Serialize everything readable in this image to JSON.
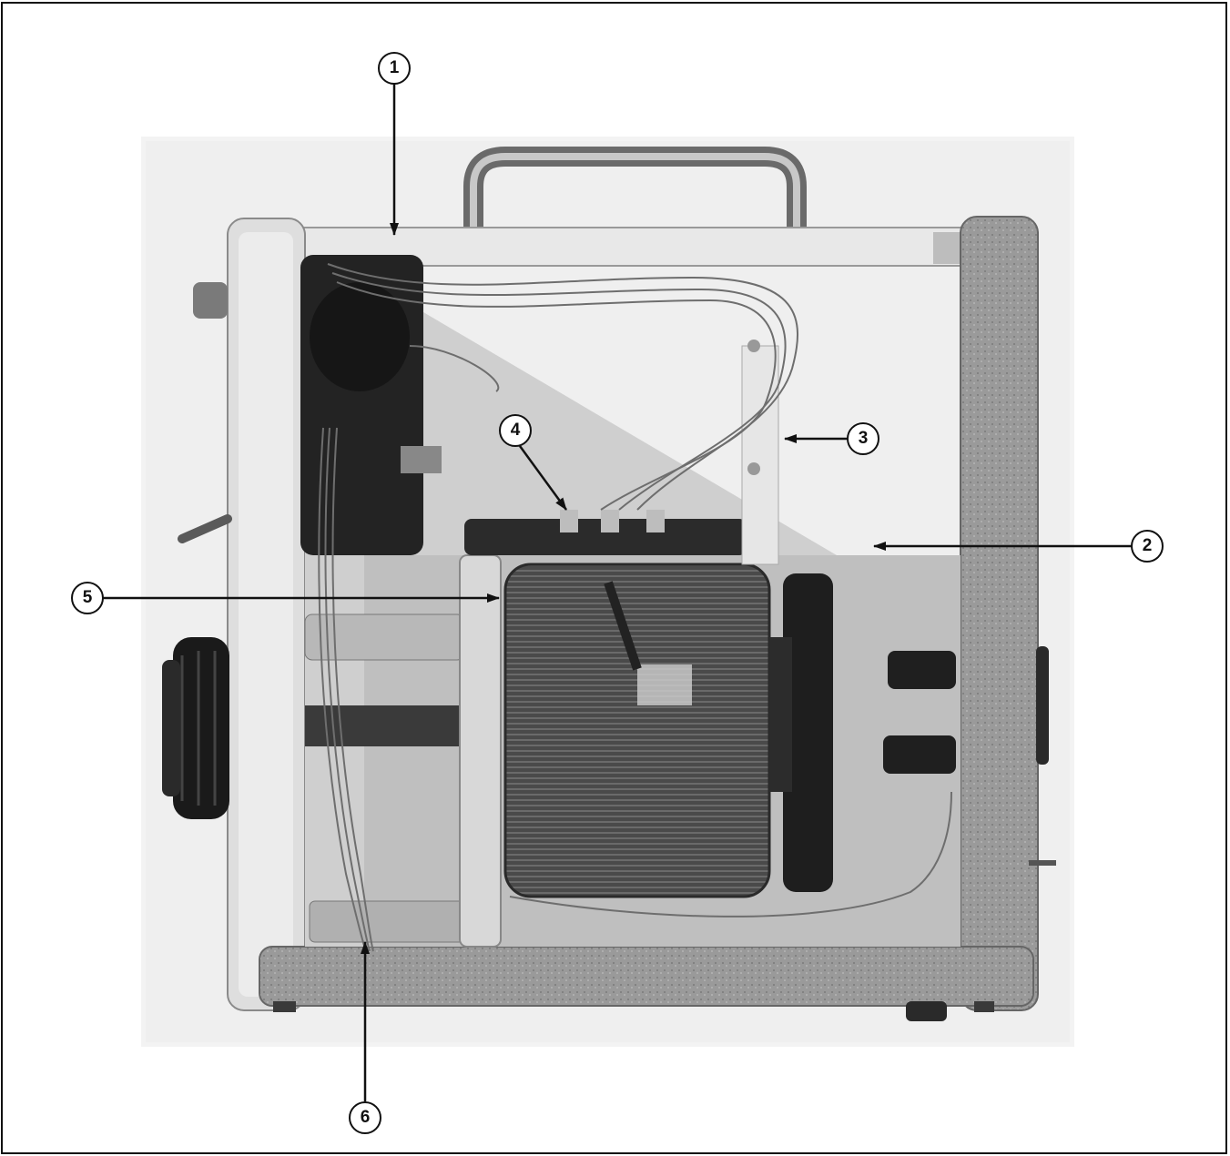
{
  "figure": {
    "callouts": [
      {
        "id": "callout-1",
        "label": "1"
      },
      {
        "id": "callout-2",
        "label": "2"
      },
      {
        "id": "callout-3",
        "label": "3"
      },
      {
        "id": "callout-4",
        "label": "4"
      },
      {
        "id": "callout-5",
        "label": "5"
      },
      {
        "id": "callout-6",
        "label": "6"
      }
    ]
  }
}
